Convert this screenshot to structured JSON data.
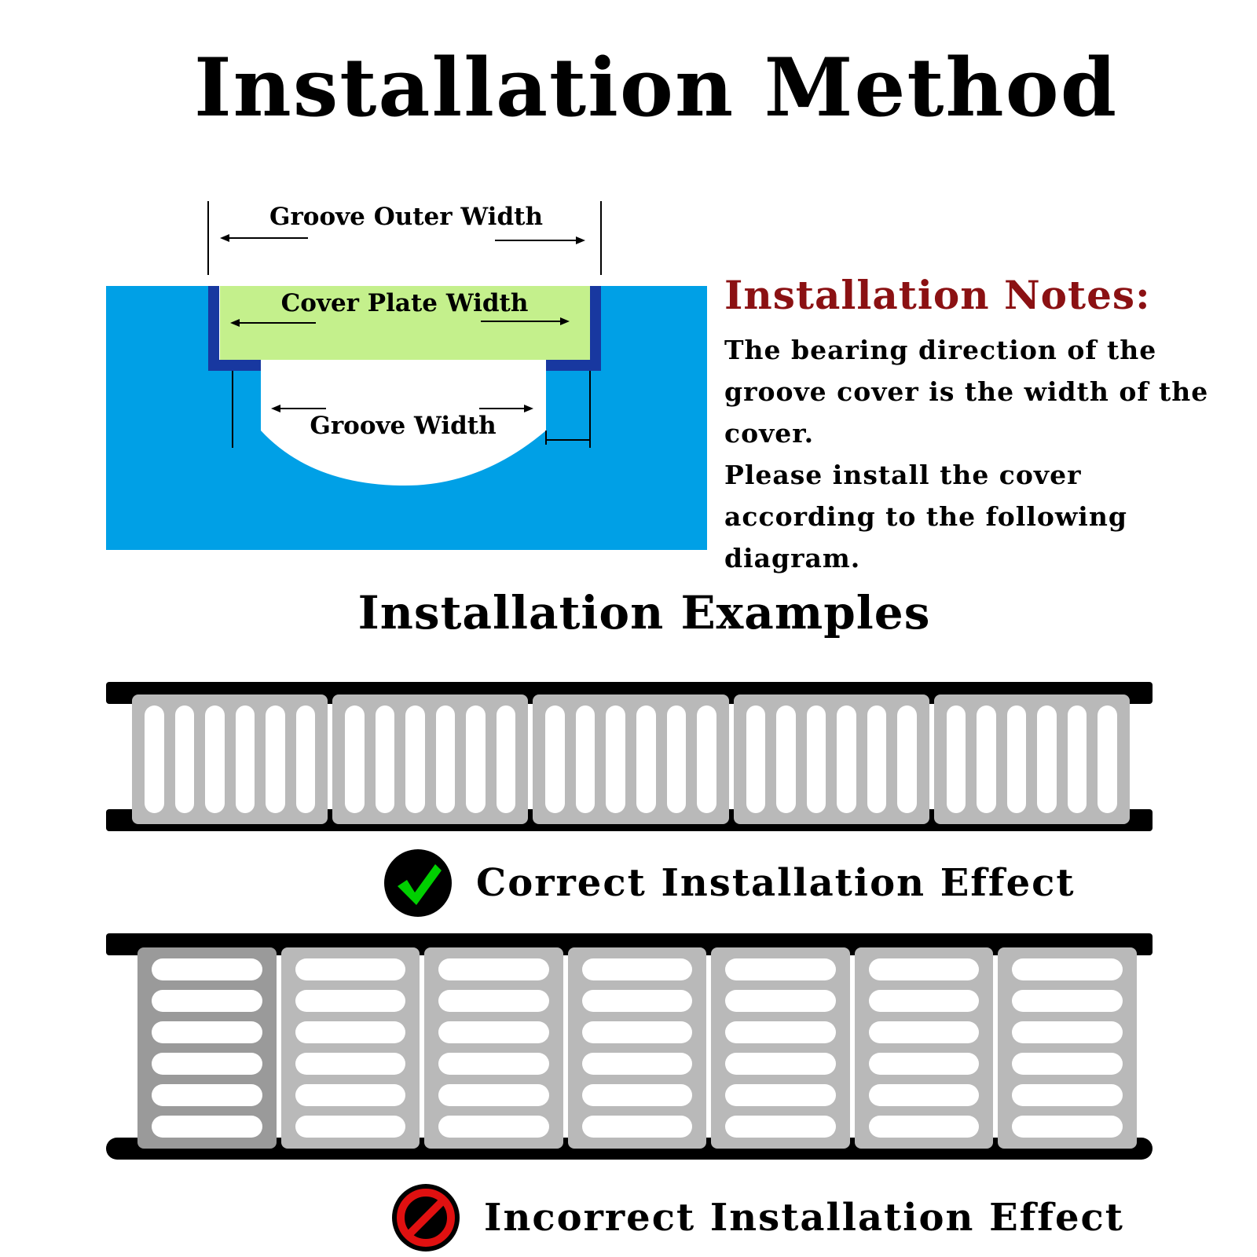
{
  "title": "Installation Method",
  "diagram": {
    "groove_outer_width": "Groove Outer Width",
    "cover_plate_width": "Cover Plate Width",
    "groove_width": "Groove Width"
  },
  "notes": {
    "title": "Installation Notes:",
    "line1": "The bearing direction of the groove cover is the width of the cover.",
    "line2": "Please install the cover according to the following diagram."
  },
  "examples_title": "Installation Examples",
  "correct": {
    "label": "Correct Installation Effect",
    "icon": "check-icon",
    "color": "#00d000",
    "plates": 5
  },
  "incorrect": {
    "label": "Incorrect Installation Effect",
    "icon": "prohibited-icon",
    "color": "#e01010",
    "plates": 7
  },
  "colors": {
    "water": "#00a0e6",
    "cover_plate": "#c4f08c",
    "frame": "#1838a0",
    "title_notes": "#8b1113",
    "grate": "#b9b9b9",
    "grate_dark": "#9a9a9a"
  }
}
